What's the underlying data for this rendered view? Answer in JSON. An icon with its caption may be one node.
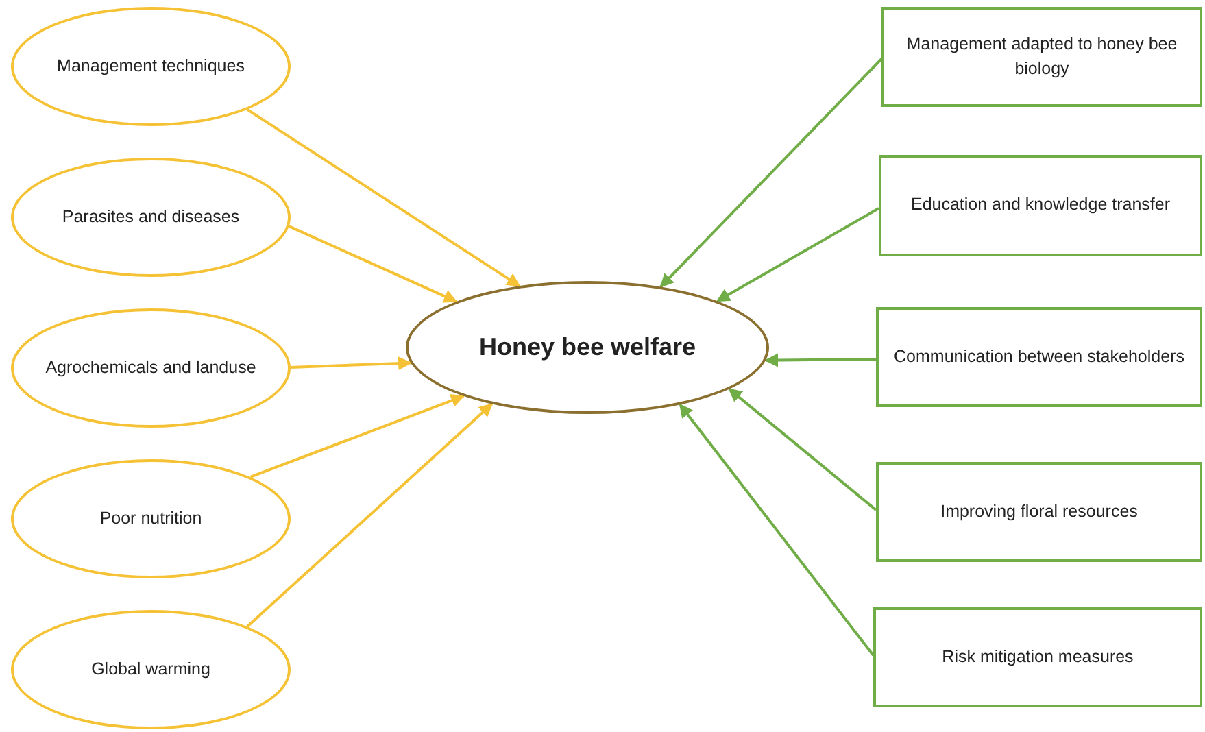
{
  "diagram": {
    "nodes": [
      {
        "text": [
          "Management techniques"
        ]
      },
      {
        "text": [
          "Parasites and diseases"
        ]
      },
      {
        "text": [
          "Agrochemicals and landuse"
        ]
      },
      {
        "text": [
          "Poor nutrition"
        ]
      },
      {
        "text": [
          "Global warming"
        ]
      },
      {
        "text": [
          "Honey bee welfare"
        ]
      },
      {
        "text": [
          "Management adapted to honey bee biology"
        ]
      },
      {
        "text": [
          "Education and knowledge transfer"
        ]
      },
      {
        "text": [
          "Communication between stakeholders"
        ]
      },
      {
        "text": [
          "Improving floral resources"
        ]
      },
      {
        "text": [
          "Risk mitigation measures"
        ]
      }
    ],
    "edges": [
      {
        "from": 0,
        "to": 5,
        "arrow": "to",
        "color": "#f5c236"
      },
      {
        "from": 1,
        "to": 5,
        "arrow": "to",
        "color": "#f5c236"
      },
      {
        "from": 2,
        "to": 5,
        "arrow": "to",
        "color": "#f5c236"
      },
      {
        "from": 3,
        "to": 5,
        "arrow": "to",
        "color": "#f5c236"
      },
      {
        "from": 4,
        "to": 5,
        "arrow": "to",
        "color": "#f5c236"
      },
      {
        "from": 6,
        "to": 5,
        "arrow": "to",
        "color": "#70ad47"
      },
      {
        "from": 7,
        "to": 5,
        "arrow": "to",
        "color": "#70ad47"
      },
      {
        "from": 8,
        "to": 5,
        "arrow": "to",
        "color": "#70ad47"
      },
      {
        "from": 9,
        "to": 5,
        "arrow": "to",
        "color": "#70ad47"
      },
      {
        "from": 10,
        "to": 5,
        "arrow": "to",
        "color": "#70ad47"
      }
    ]
  }
}
